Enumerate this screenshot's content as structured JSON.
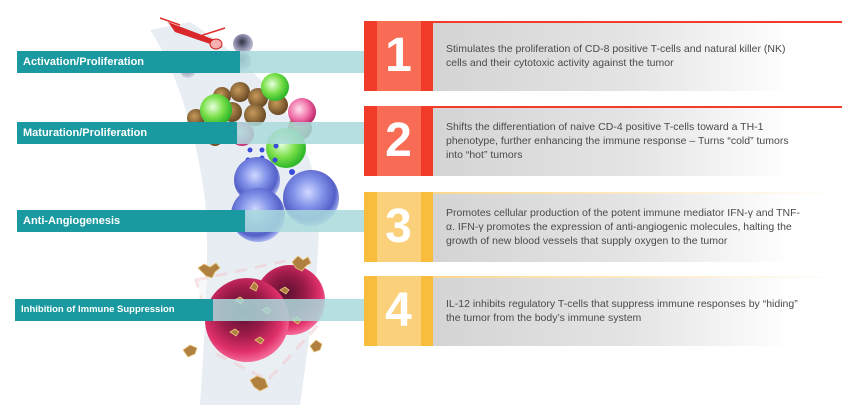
{
  "stages": [
    {
      "label": "Activation/Proliferation"
    },
    {
      "label": "Maturation/Proliferation"
    },
    {
      "label": "Anti-Angiogenesis"
    },
    {
      "label": "Inhibition of Immune Suppression"
    }
  ],
  "steps": [
    {
      "number": "1",
      "color": "#f03c28",
      "description": "Stimulates the proliferation of CD-8 positive T-cells and natural killer (NK) cells and their cytotoxic activity against the tumor"
    },
    {
      "number": "2",
      "color": "#f03c28",
      "description": "Shifts the differentiation of naive CD-4 positive T-cells toward a TH-1 phenotype, further enhancing the immune response – Turns “cold” tumors into “hot” tumors"
    },
    {
      "number": "3",
      "color": "#f8bd3c",
      "description": "Promotes cellular production of the potent immune mediator IFN-γ and TNF-α. IFN-γ promotes the expression of anti-angiogenic molecules, halting the growth of new blood vessels that supply oxygen to the tumor"
    },
    {
      "number": "4",
      "color": "#f8bd3c",
      "description": "IL-12 inhibits regulatory T-cells that suppress immune responses by “hiding” the tumor from the body’s immune system"
    }
  ],
  "illustration": {
    "elements": [
      "blood-vessel",
      "immune-cells-nk",
      "dendritic-cell-cluster",
      "t-cells",
      "tumor-cells",
      "antibodies"
    ]
  }
}
